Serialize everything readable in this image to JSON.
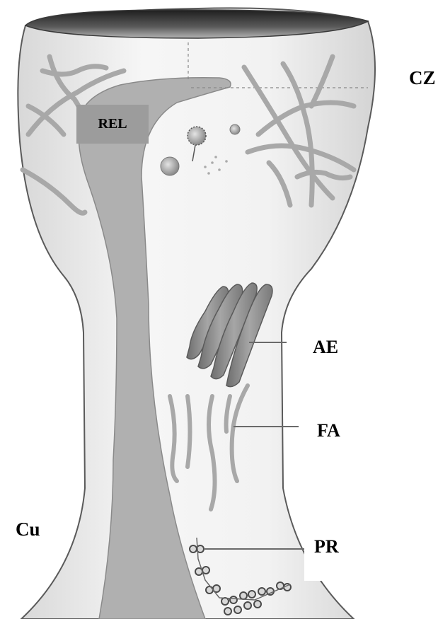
{
  "labels": {
    "cz": "CZ",
    "rel": "REL",
    "ae": "AE",
    "fa": "FA",
    "cu": "Cu",
    "pr": "PR"
  },
  "colors": {
    "cell_fill": "#ececec",
    "cell_outline": "#5a5a5a",
    "filament": "#a8a8a8",
    "rel_fill": "#b0b0b0",
    "ae_fill": "#8c8c8c",
    "leader_line": "#6a6a6a",
    "label_box": "#9c9c9c"
  }
}
